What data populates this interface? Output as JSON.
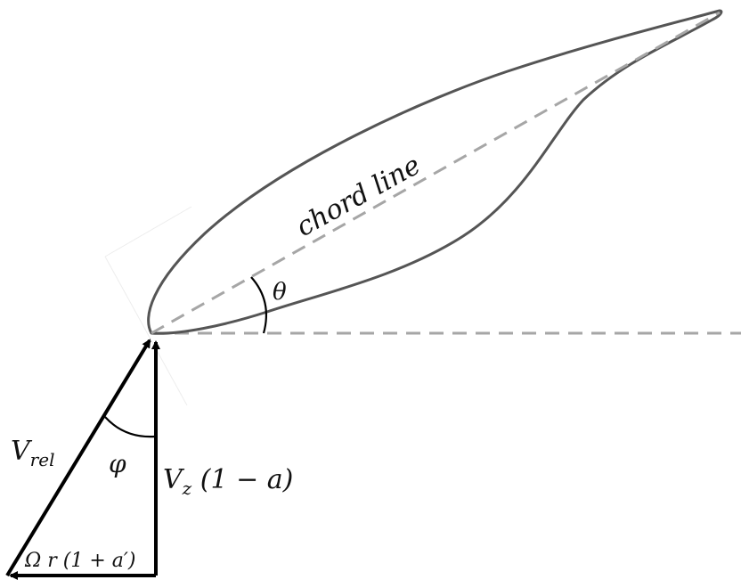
{
  "labels": {
    "chord_line": "chord line",
    "theta": "θ",
    "phi": "φ",
    "v_rel_main": "V",
    "v_rel_sub": "rel",
    "v_z_main": "V",
    "v_z_sub": "z",
    "v_z_factor": " (1 − a)",
    "omega_r": "Ω r (1 + a′)"
  },
  "colors": {
    "airfoil_stroke": "#555555",
    "dashed_line": "#a6a6a6",
    "vector": "#000000",
    "text": "#111111"
  }
}
